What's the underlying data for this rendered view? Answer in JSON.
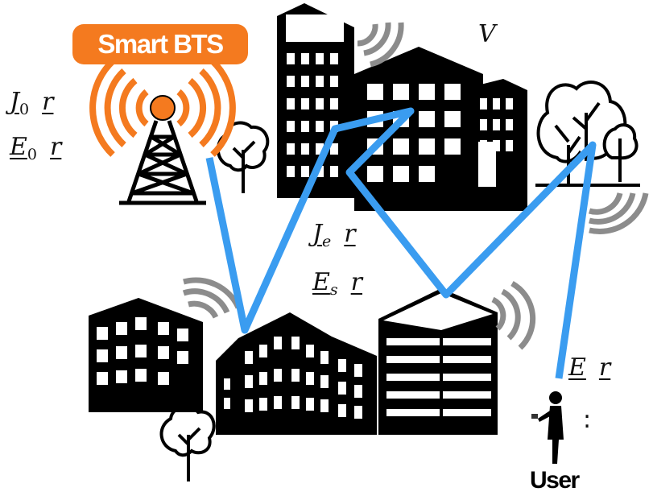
{
  "bts": {
    "label": "Smart BTS"
  },
  "labels": {
    "j0": {
      "letter": "J",
      "sub": "0",
      "arg": "r"
    },
    "e0": {
      "letter": "E",
      "sub": "0",
      "arg": "r"
    },
    "v": "V",
    "je": {
      "letter": "J",
      "sub": "e",
      "arg": "r"
    },
    "es": {
      "letter": "E",
      "sub": "s",
      "arg": "r"
    },
    "e": {
      "letter": "E",
      "arg": "r"
    },
    "colon": ":",
    "user": "User"
  },
  "colors": {
    "bts_orange": "#f47a1f",
    "signal_path": "#3a9cf0",
    "reflector_waves": "#8c8c8c",
    "buildings": "#000000"
  },
  "icons": [
    "bts-tower-icon",
    "building-icon",
    "tree-icon",
    "reflector-wave-icon",
    "user-phone-icon"
  ]
}
